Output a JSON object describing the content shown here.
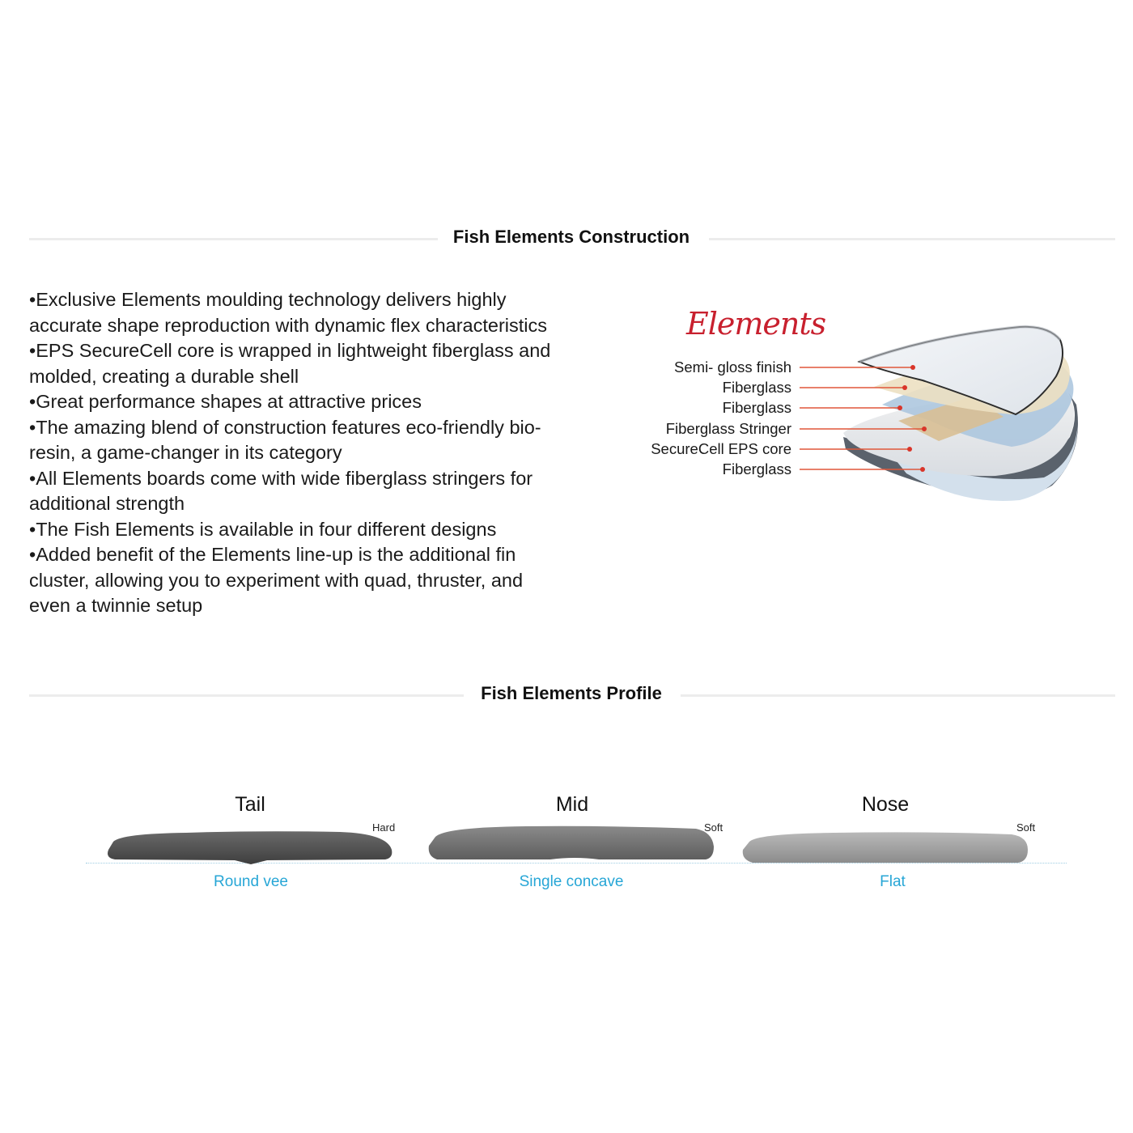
{
  "construction": {
    "title": "Fish Elements Construction",
    "bullets": [
      "Exclusive Elements moulding technology delivers highly accurate shape reproduction with dynamic flex characteristics",
      "EPS SecureCell core is wrapped in lightweight fiberglass and molded, creating a durable shell",
      "Great performance shapes at attractive prices",
      "The amazing blend of construction features eco-friendly bio-resin, a game-changer in its category",
      "All Elements boards come with wide fiberglass stringers for additional strength",
      "The Fish Elements is available in four different designs",
      "Added benefit of the Elements line-up is the additional fin cluster, allowing you to experiment with quad, thruster, and even a twinnie setup"
    ],
    "diagram": {
      "logo_text": "Elements",
      "logo_color": "#c8202e",
      "leader_color": "#e0573a",
      "layers": [
        "Semi- gloss finish",
        "Fiberglass",
        "Fiberglass",
        "Fiberglass Stringer",
        "SecureCell EPS core",
        "Fiberglass"
      ]
    }
  },
  "profile": {
    "title": "Fish Elements Profile",
    "accent_color": "#27a6d6",
    "sections": [
      {
        "name": "Tail",
        "flex": "Hard",
        "bottom": "Round vee"
      },
      {
        "name": "Mid",
        "flex": "Soft",
        "bottom": "Single concave"
      },
      {
        "name": "Nose",
        "flex": "Soft",
        "bottom": "Flat"
      }
    ]
  }
}
